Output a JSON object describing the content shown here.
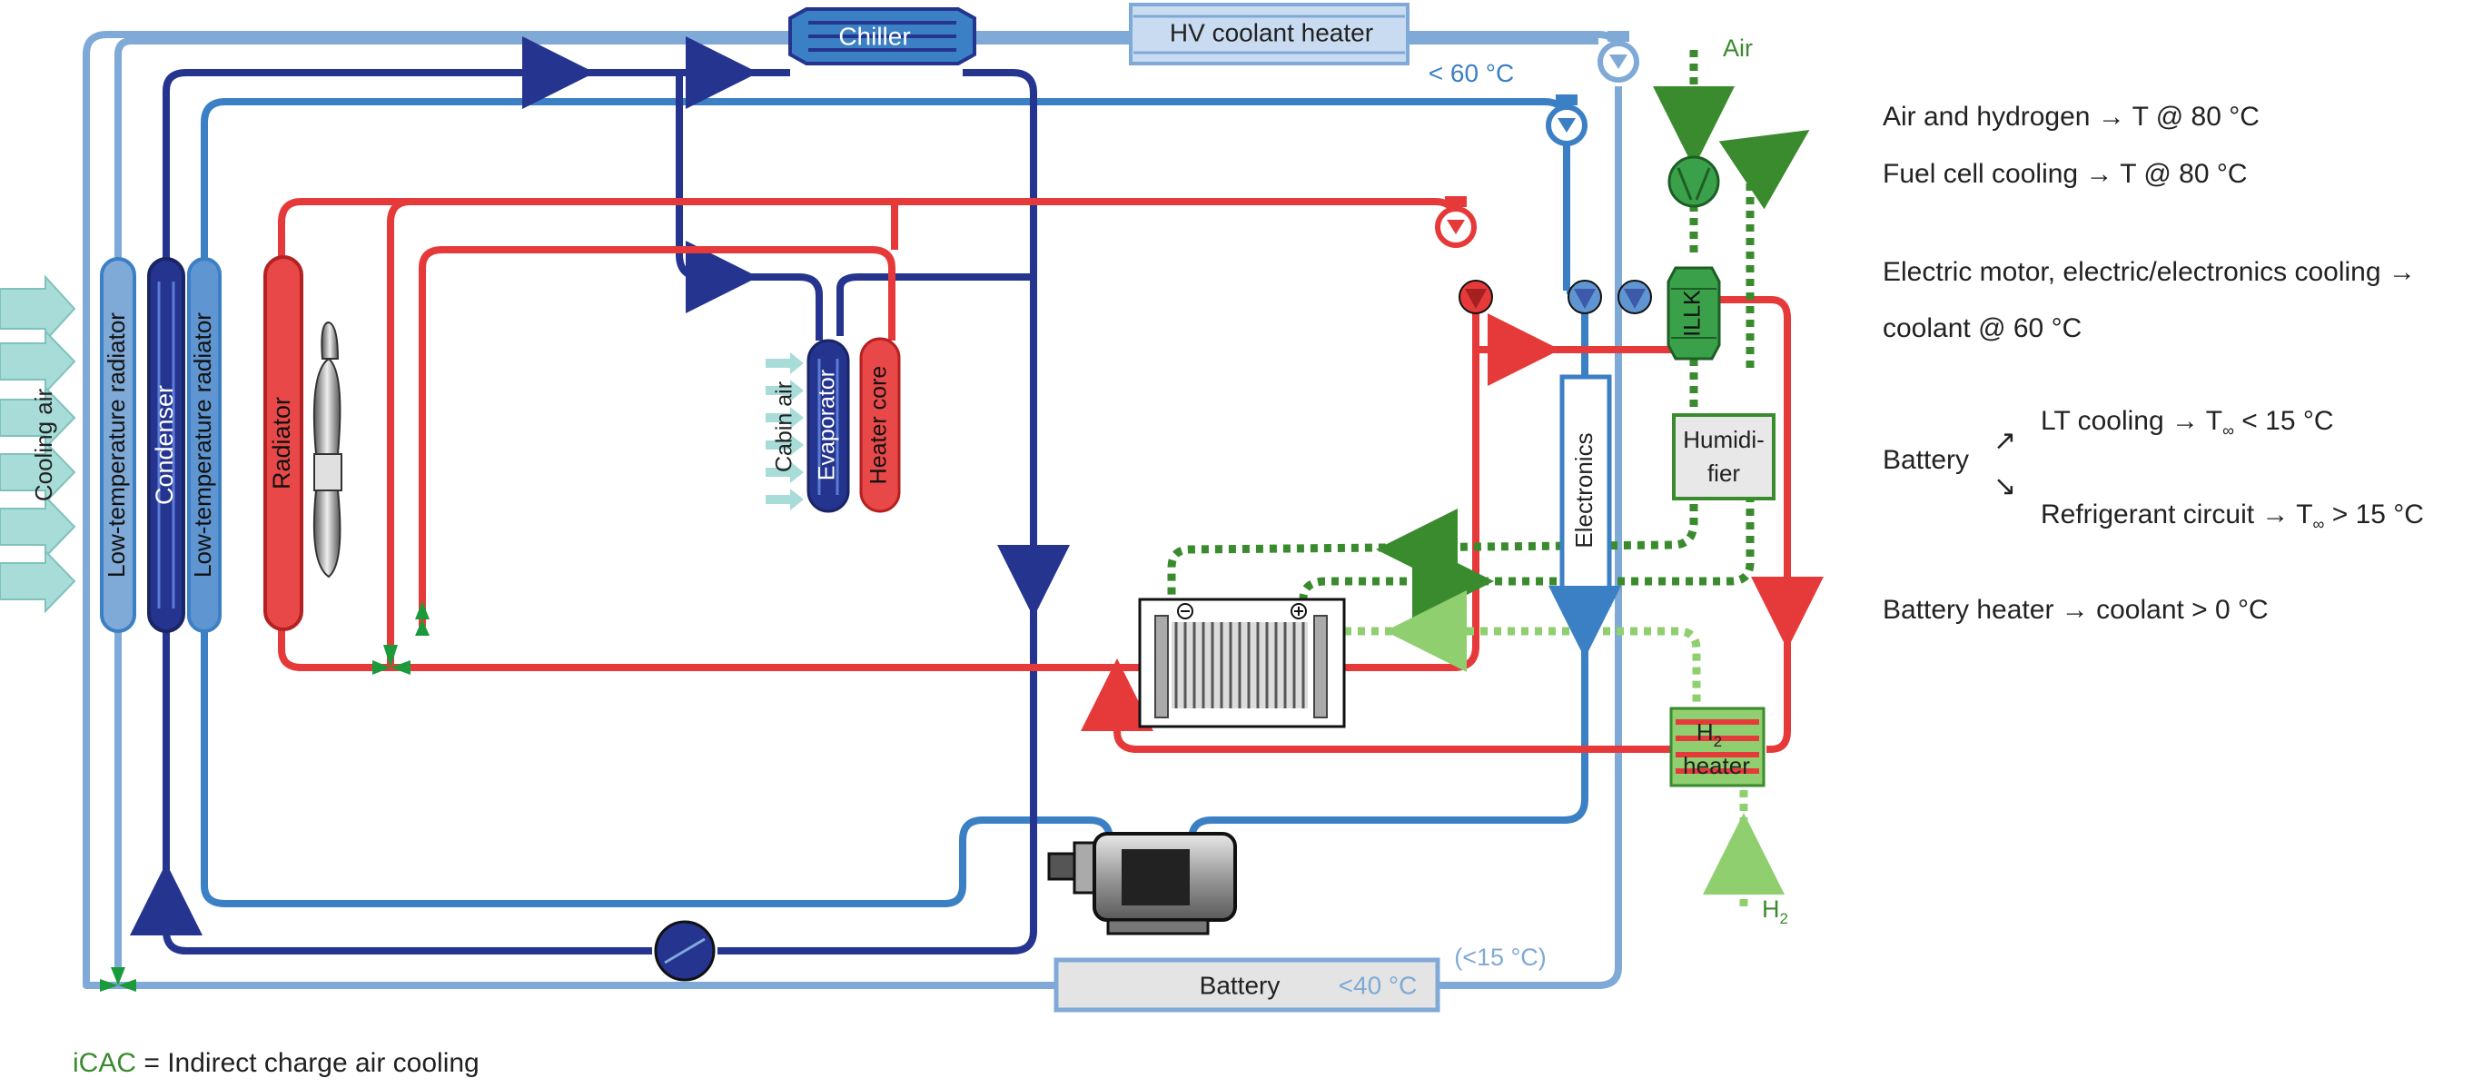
{
  "colors": {
    "light_blue": "#7fa9d6",
    "mid_blue": "#3b7fc4",
    "dark_blue": "#24348f",
    "red": "#e63a3a",
    "green_dashed": "#3a8a2e",
    "light_green_dashed": "#8fcf6f",
    "cooling_air": "#a8dcd8"
  },
  "diagram": {
    "chiller": "Chiller",
    "hv_heater": "HV coolant heater",
    "temp_lt60": "< 60 °C",
    "air": "Air",
    "cooling_air": "Cooling air",
    "lt_radiator": "Low-temperature radiator",
    "condenser": "Condenser",
    "radiator": "Radiator",
    "cabin_air": "Cabin air",
    "evaporator": "Evaporator",
    "heater_core": "Heater core",
    "electronics": "Electronics",
    "illk": "ILLK",
    "humidifier_1": "Humidi-",
    "humidifier_2": "fier",
    "h2_heater_1": "H",
    "h2_heater_sub": "2",
    "h2_heater_2": "heater",
    "h2": "H",
    "h2_sub": "2",
    "battery": "Battery",
    "battery_temp": "<40 °C",
    "battery_lt15": "(<15 °C)"
  },
  "legend": {
    "line1": "Air and hydrogen → T @ 80 °C",
    "line2": "Fuel cell cooling → T @ 80 °C",
    "line3": "Electric motor, electric/electronics cooling →",
    "line4": "coolant @ 60 °C",
    "battery_label": "Battery",
    "lt_cooling": "LT cooling → T",
    "lt_cooling_cond": "< 15 °C",
    "refrigerant": "Refrigerant circuit → T",
    "refrigerant_cond": "> 15 °C",
    "subscript": "∞",
    "battery_heater": "Battery heater → coolant > 0 °C"
  },
  "footnote": {
    "abbr": "iCAC",
    "text": " = Indirect charge air cooling"
  }
}
